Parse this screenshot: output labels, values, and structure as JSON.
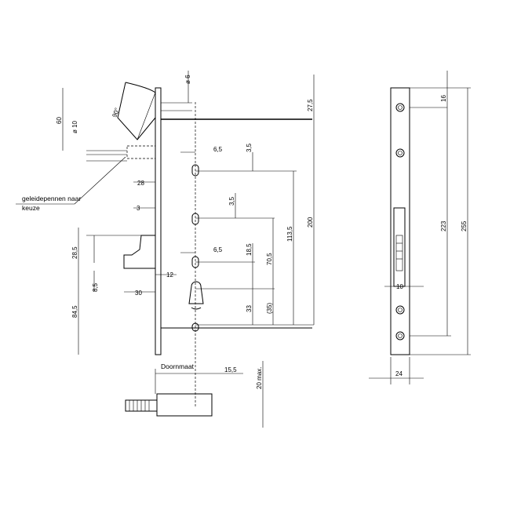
{
  "drawing": {
    "side_view": {
      "dims": {
        "angle": "90°",
        "pin_dia": "ø 6",
        "dia10": "ø 10",
        "h60": "60",
        "d28": "28",
        "d3": "3",
        "d28_5": "28,5",
        "d8_5": "8,5",
        "d30": "30",
        "d12": "12",
        "d84_5": "84,5",
        "d6_5a": "6,5",
        "d3_5a": "3,5",
        "d3_5b": "3,5",
        "d6_5b": "6,5",
        "d18_5": "18,5",
        "d70_5": "70,5",
        "d113_5": "113,5",
        "d33": "33",
        "d35": "(35)",
        "d200": "200",
        "d27_5": "27,5",
        "d15_5": "15,5",
        "d20max": "20 max."
      },
      "labels": {
        "guide_pins_line1": "geleidepennen naar",
        "guide_pins_line2": "keuze",
        "backset": "Doornmaat"
      }
    },
    "front_view": {
      "dims": {
        "d16": "16",
        "d223": "223",
        "d255": "255",
        "d10": "10",
        "d24": "24"
      }
    }
  }
}
